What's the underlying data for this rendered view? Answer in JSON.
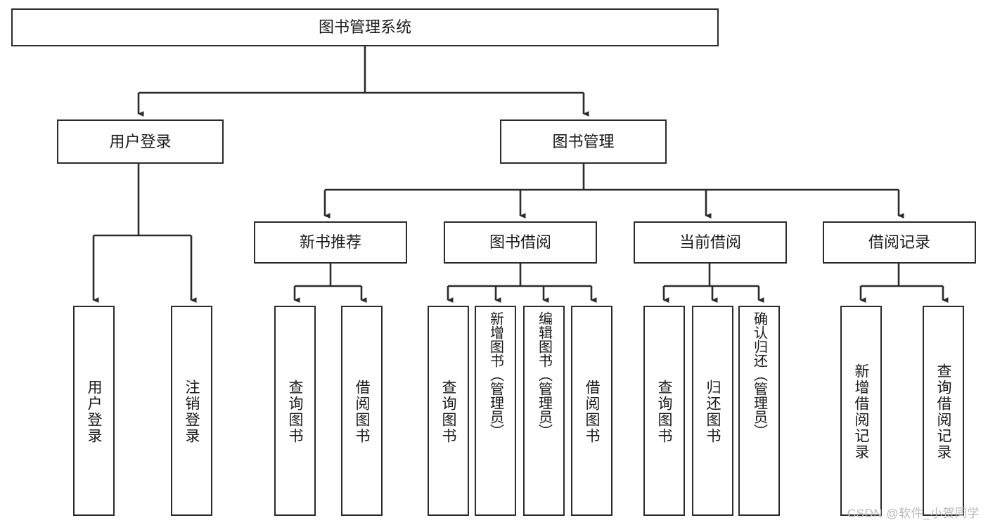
{
  "diagram": {
    "title": "图书管理系统",
    "type": "hierarchy-tree",
    "watermark": "CSDN @软件_小贺同学",
    "colors": {
      "box_border": "#2b2b2b",
      "box_fill": "#ffffff",
      "text": "#1a1a1a",
      "connector": "#2b2b2b",
      "watermark": "#b9b9b9",
      "background": "#ffffff"
    },
    "root": {
      "label": "图书管理系统"
    },
    "level2": [
      {
        "label": "用户登录"
      },
      {
        "label": "图书管理"
      }
    ],
    "level3": [
      {
        "label": "新书推荐"
      },
      {
        "label": "图书借阅"
      },
      {
        "label": "当前借阅"
      },
      {
        "label": "借阅记录"
      }
    ],
    "leaves": {
      "user_login": [
        {
          "label": "用户登录"
        },
        {
          "label": "注销登录"
        }
      ],
      "new_book_recommend": [
        {
          "label": "查询图书"
        },
        {
          "label": "借阅图书"
        }
      ],
      "book_borrow": [
        {
          "label": "查询图书"
        },
        {
          "label": "新增图书（管理员）"
        },
        {
          "label": "编辑图书（管理员）"
        },
        {
          "label": "借阅图书"
        }
      ],
      "current_borrow": [
        {
          "label": "查询图书"
        },
        {
          "label": "归还图书"
        },
        {
          "label": "确认归还（管理员）"
        }
      ],
      "borrow_record": [
        {
          "label": "新增借阅记录"
        },
        {
          "label": "查询借阅记录"
        }
      ]
    }
  }
}
